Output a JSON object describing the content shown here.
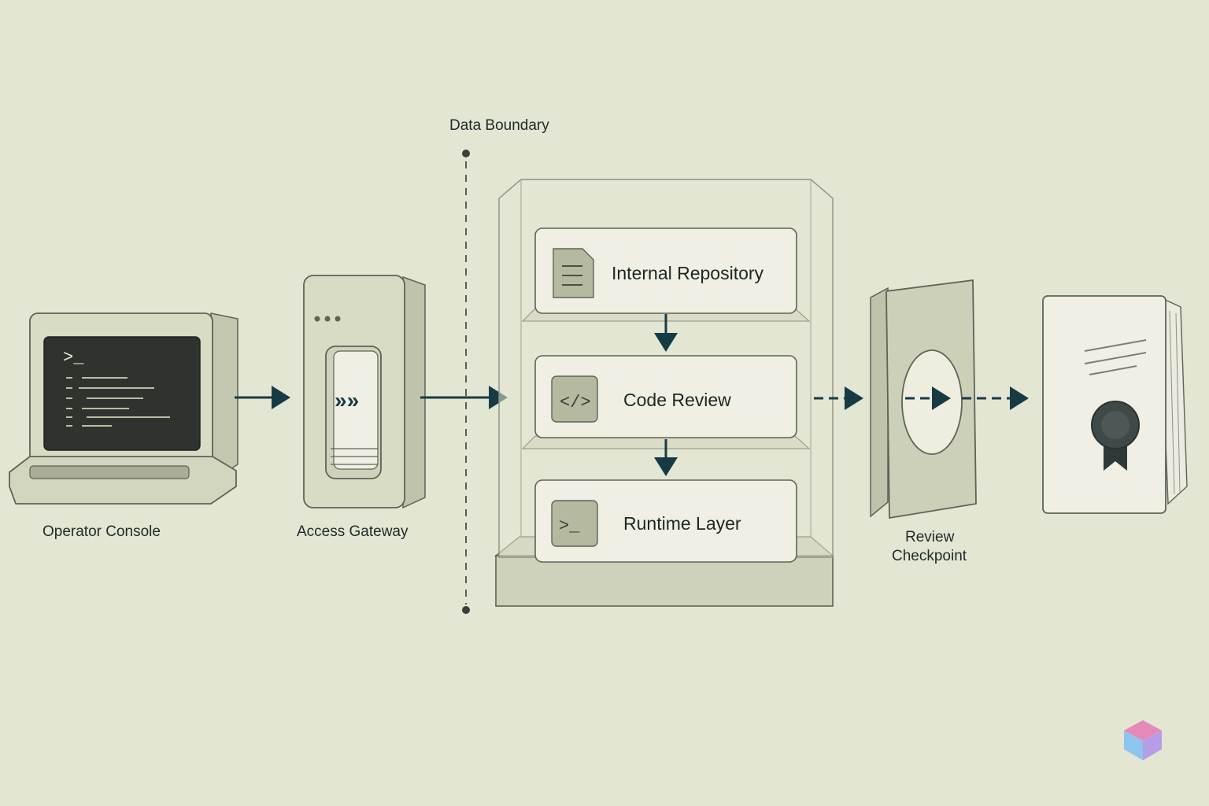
{
  "boundary": {
    "label": "Data Boundary"
  },
  "nodes": {
    "console": {
      "label": "Operator Console",
      "prompt": ">_"
    },
    "gateway": {
      "label": "Access Gateway"
    },
    "stack": {
      "layers": [
        {
          "label": "Internal Repository",
          "icon": "document-icon"
        },
        {
          "label": "Code Review",
          "icon": "code-brackets-icon"
        },
        {
          "label": "Runtime Layer",
          "icon": "terminal-prompt-icon"
        }
      ]
    },
    "checkpoint": {
      "label_line1": "Review",
      "label_line2": "Checkpoint"
    },
    "certificate": {
      "icon": "certificate-seal-icon"
    }
  },
  "colors": {
    "background": "#e3e6d3",
    "arrow": "#173b45",
    "object_fill": "#dcdfc8",
    "panel_fill": "#f1efe3",
    "icon_fill": "#b4b99f",
    "screen": "#2f332e",
    "outline": "#5e6356"
  }
}
